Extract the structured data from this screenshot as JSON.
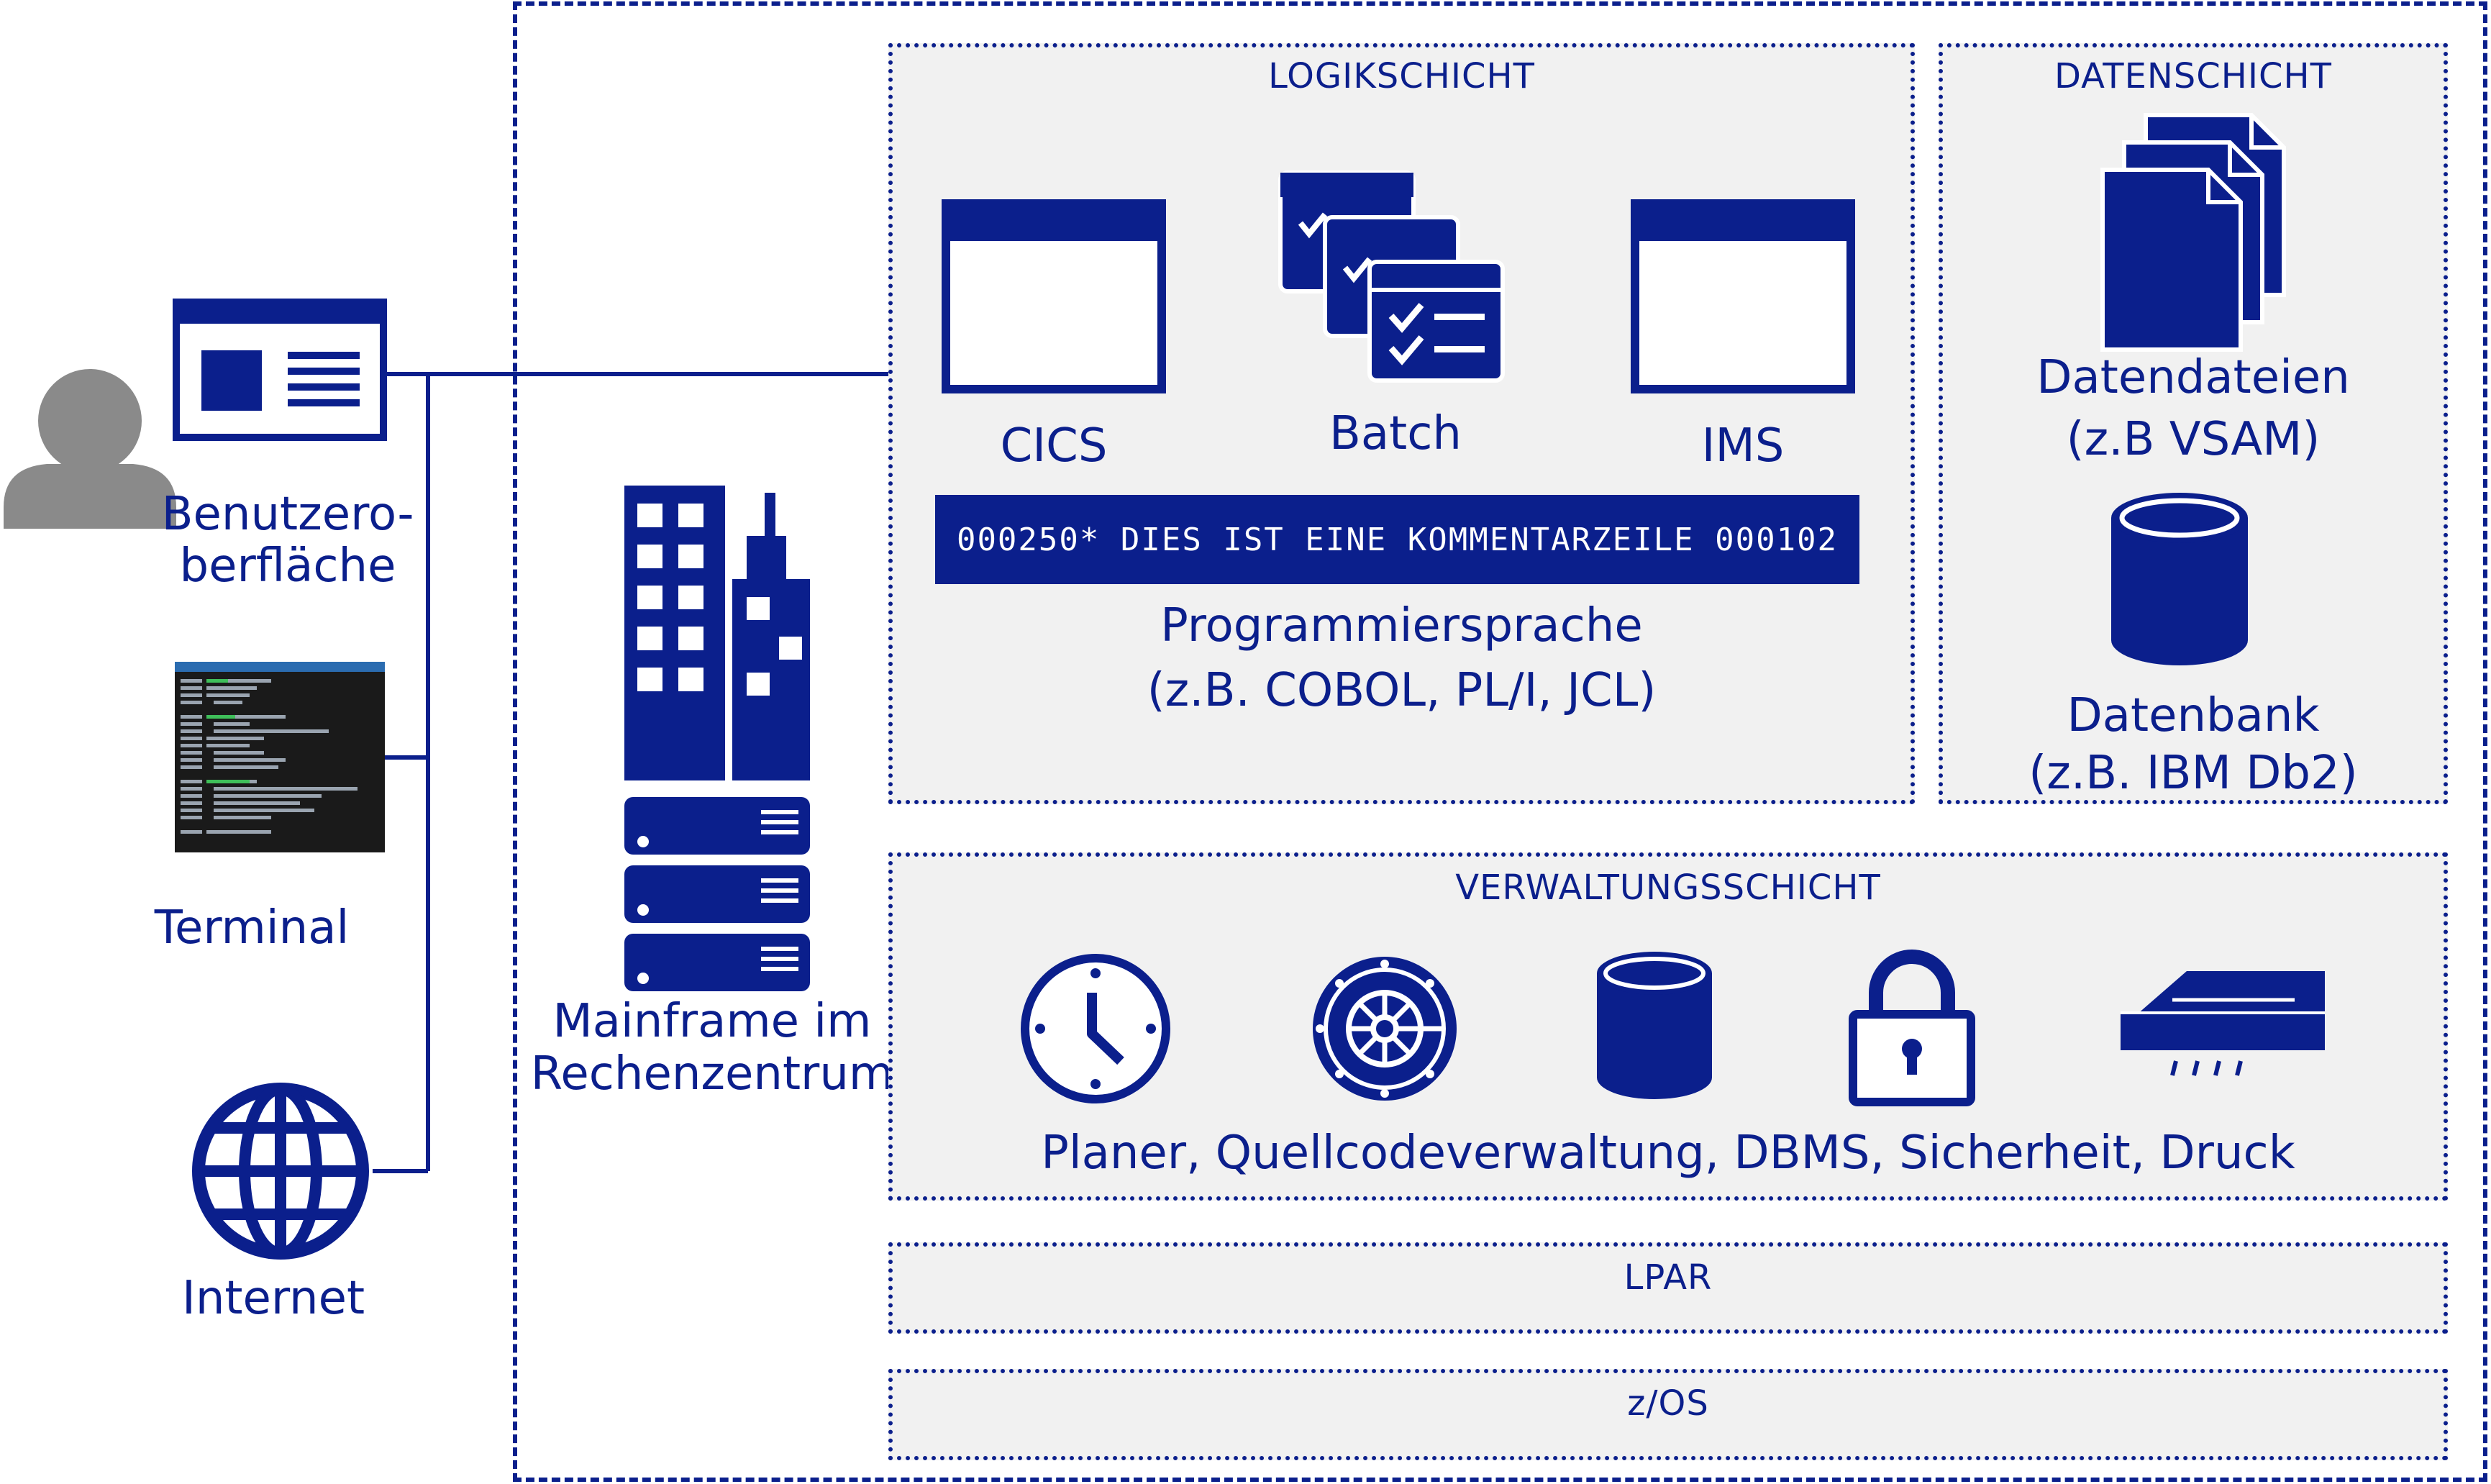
{
  "users": {
    "ui_label_line1": "Benutzero-",
    "ui_label_line2": "berfläche",
    "terminal_label": "Terminal",
    "internet_label": "Internet"
  },
  "mainframe": {
    "label_line1": "Mainframe im",
    "label_line2": "Rechenzentrum"
  },
  "logic_layer": {
    "title": "LOGIKSCHICHT",
    "cics": "CICS",
    "batch": "Batch",
    "ims": "IMS",
    "code_line": "000250* DIES IST EINE KOMMENTARZEILE 000102",
    "lang_line1": "Programmiersprache",
    "lang_line2": "(z.B. COBOL, PL/I, JCL)"
  },
  "data_layer": {
    "title": "DATENSCHICHT",
    "files_line1": "Datendateien",
    "files_line2": "(z.B VSAM)",
    "db_line1": "Datenbank",
    "db_line2": "(z.B. IBM Db2)"
  },
  "management_layer": {
    "title": "VERWALTUNGSSCHICHT",
    "items_text": "Planer, Quellcodeverwaltung, DBMS, Sicherheit, Druck"
  },
  "lpar": {
    "label": "LPAR"
  },
  "zos": {
    "label": "z/OS"
  },
  "colors": {
    "primary": "#0b1f8c",
    "panel": "#f1f1f1",
    "person": "#8a8a8a",
    "terminal_bg": "#1a1a1a"
  }
}
